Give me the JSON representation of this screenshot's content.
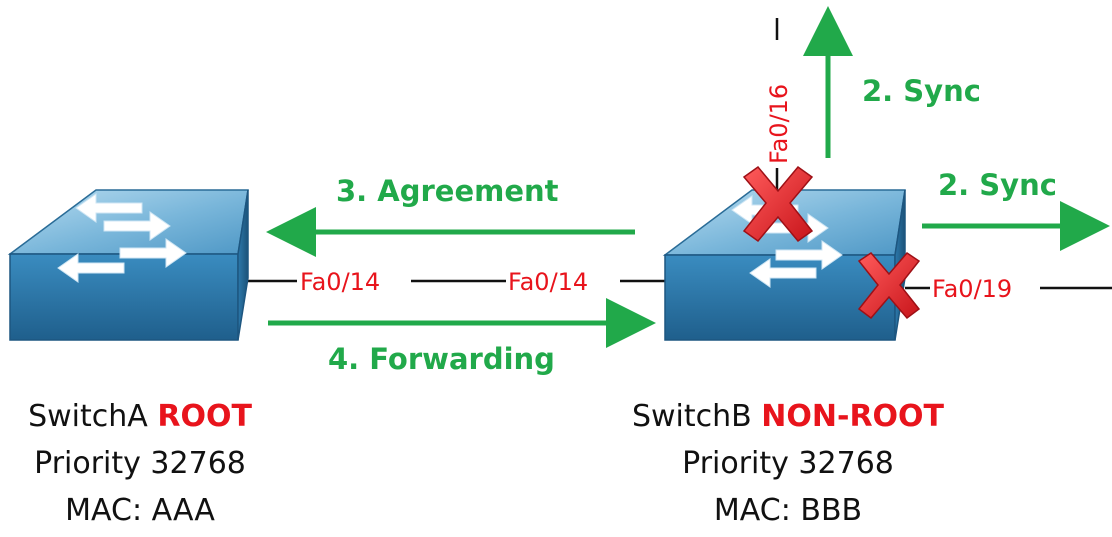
{
  "colors": {
    "port_label": "#e8141c",
    "blocked_x": "#e8141c",
    "step_arrow": "#21a94a",
    "role_text": "#e8141c",
    "switch_top": "#8fc3e0",
    "switch_side": "#2f7fb0"
  },
  "switch_a": {
    "icon": "switch-icon",
    "name": "SwitchA",
    "role": "ROOT",
    "priority": "Priority 32768",
    "mac": "MAC: AAA"
  },
  "switch_b": {
    "icon": "switch-icon",
    "name": "SwitchB",
    "role": "NON-ROOT",
    "priority": "Priority 32768",
    "mac": "MAC: BBB"
  },
  "ports": {
    "a_fa014": "Fa0/14",
    "b_fa014": "Fa0/14",
    "b_fa016": "Fa0/16",
    "b_fa019": "Fa0/19"
  },
  "steps": {
    "agreement": "3. Agreement",
    "forwarding": "4. Forwarding",
    "sync_up": "2. Sync",
    "sync_right": "2. Sync"
  },
  "blocked_icon": "blocked-x-icon"
}
